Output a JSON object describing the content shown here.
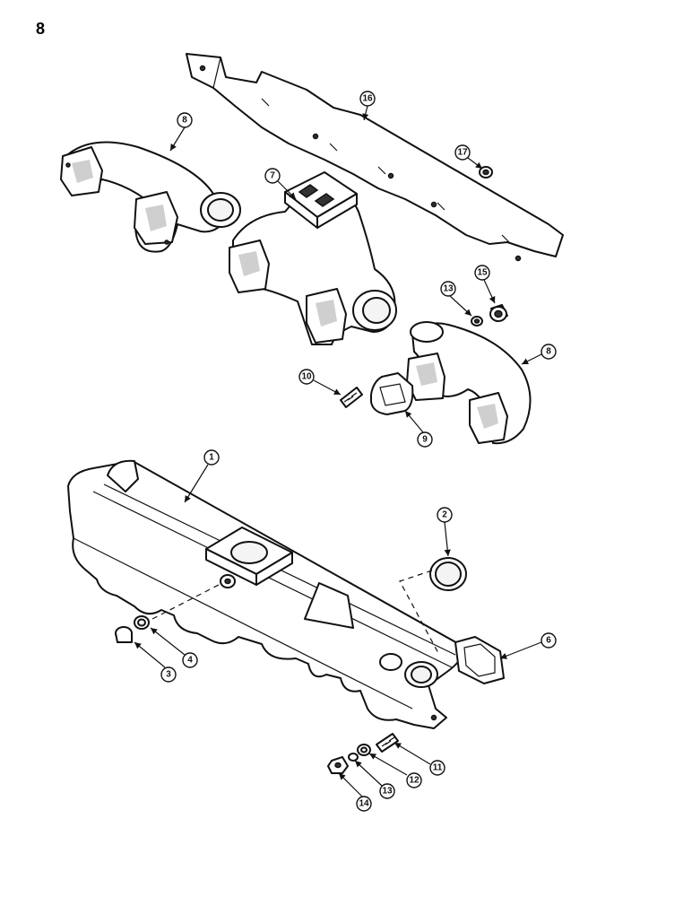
{
  "page": {
    "number": "8"
  },
  "callouts": {
    "c1": "1",
    "c2": "2",
    "c3": "3",
    "c4": "4",
    "c6": "6",
    "c7": "7",
    "c8a": "8",
    "c8b": "8",
    "c9": "9",
    "c10": "10",
    "c11": "11",
    "c12": "12",
    "c13a": "13",
    "c13b": "13",
    "c14": "14",
    "c15": "15",
    "c16": "16",
    "c17": "17"
  }
}
